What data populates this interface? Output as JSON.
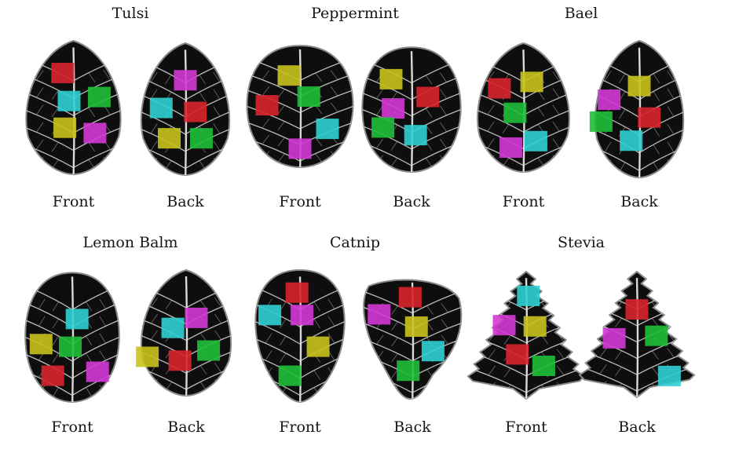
{
  "palette": {
    "red": "#d8242b",
    "green": "#1fbf3a",
    "cyan": "#2fd0d3",
    "magenta": "#d33ad6",
    "yellow": "#c9c21d",
    "leaf_dark": "#0e0e0e",
    "vein": "#d9d9d9"
  },
  "plants": [
    {
      "name": "Tulsi",
      "leaves": [
        {
          "side": "Front",
          "patches": [
            "red",
            "cyan",
            "green",
            "yellow",
            "magenta"
          ]
        },
        {
          "side": "Back",
          "patches": [
            "magenta",
            "cyan",
            "red",
            "yellow",
            "green"
          ]
        }
      ]
    },
    {
      "name": "Peppermint",
      "leaves": [
        {
          "side": "Front",
          "patches": [
            "yellow",
            "green",
            "red",
            "cyan",
            "magenta"
          ]
        },
        {
          "side": "Back",
          "patches": [
            "yellow",
            "red",
            "magenta",
            "green",
            "cyan"
          ]
        }
      ]
    },
    {
      "name": "Bael",
      "leaves": [
        {
          "side": "Front",
          "patches": [
            "red",
            "yellow",
            "green",
            "cyan",
            "magenta"
          ]
        },
        {
          "side": "Back",
          "patches": [
            "yellow",
            "magenta",
            "red",
            "green",
            "cyan"
          ]
        }
      ]
    },
    {
      "name": "Lemon Balm",
      "leaves": [
        {
          "side": "Front",
          "patches": [
            "cyan",
            "yellow",
            "green",
            "red",
            "magenta"
          ]
        },
        {
          "side": "Back",
          "patches": [
            "magenta",
            "cyan",
            "yellow",
            "red",
            "green"
          ]
        }
      ]
    },
    {
      "name": "Catnip",
      "leaves": [
        {
          "side": "Front",
          "patches": [
            "red",
            "cyan",
            "magenta",
            "yellow",
            "green"
          ]
        },
        {
          "side": "Back",
          "patches": [
            "red",
            "magenta",
            "yellow",
            "cyan",
            "green"
          ]
        }
      ]
    },
    {
      "name": "Stevia",
      "leaves": [
        {
          "side": "Front",
          "patches": [
            "cyan",
            "magenta",
            "yellow",
            "red",
            "green"
          ]
        },
        {
          "side": "Back",
          "patches": [
            "red",
            "magenta",
            "green",
            "cyan"
          ]
        }
      ]
    }
  ]
}
